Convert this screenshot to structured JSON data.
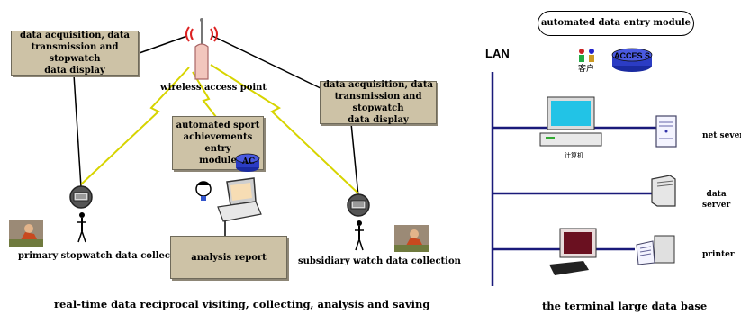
{
  "left": {
    "box_top_left": [
      "data acquisition, data",
      "transmission and stopwatch",
      "data display"
    ],
    "box_top_right": [
      "data acquisition, data",
      "transmission and stopwatch",
      "data display"
    ],
    "wireless_label": "wireless access point",
    "center_box": [
      "automated sport",
      "achievements entry",
      "module"
    ],
    "db_label": "AC",
    "report_box": "analysis report",
    "primary_label": "primary stopwatch data collection",
    "subsidiary_label": "subsidiary watch data collection",
    "caption": "real-time data reciprocal visiting, collecting, analysis and saving"
  },
  "right": {
    "module_label": "automated data entry module",
    "lan_label": "LAN",
    "client_label": "客户",
    "access_label": "ACCES S",
    "computer_label": "计算机",
    "net_server_label": "net sever",
    "data_server_label": [
      "data",
      "server"
    ],
    "printer_label": "printer",
    "caption": "the terminal large data base"
  }
}
